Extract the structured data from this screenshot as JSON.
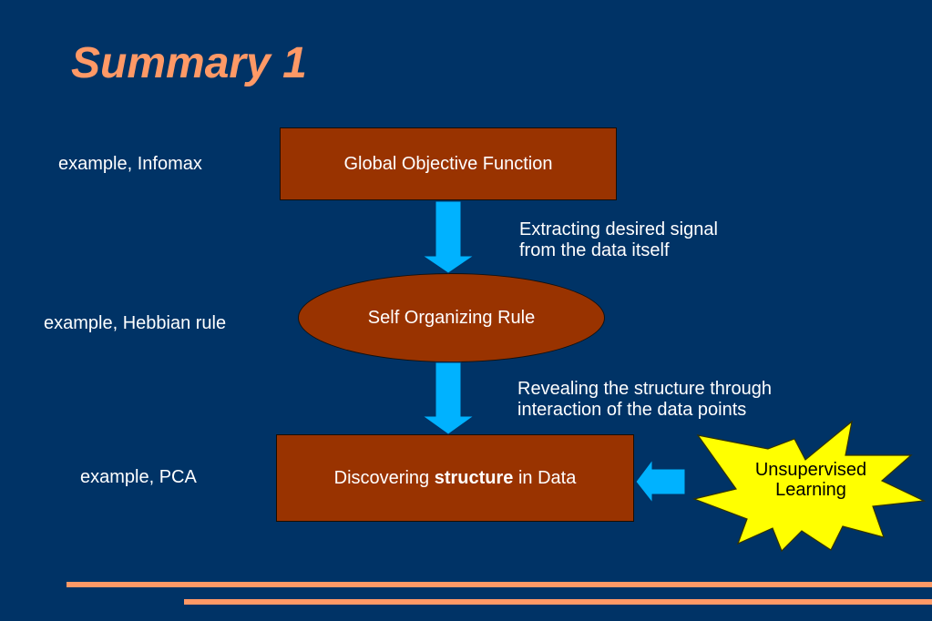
{
  "slide": {
    "title": "Summary 1",
    "examples": {
      "infomax": "example, Infomax",
      "hebbian": "example, Hebbian rule",
      "pca": "example, PCA"
    },
    "boxes": {
      "objective": "Global Objective Function",
      "rule": "Self Organizing Rule",
      "structure_prefix": "Discovering ",
      "structure_bold": "structure",
      "structure_suffix": " in Data"
    },
    "notes": {
      "extracting_line1": "Extracting desired signal",
      "extracting_line2": "from the data itself",
      "revealing_line1": "Revealing the structure through",
      "revealing_line2": "interaction of the data points"
    },
    "star": {
      "line1": "Unsupervised",
      "line2": "Learning"
    },
    "colors": {
      "background": "#003366",
      "title": "#ff9966",
      "box_fill": "#993300",
      "arrow": "#00b2ff",
      "star": "#ffff00",
      "rule_lines": "#ff9966"
    }
  }
}
